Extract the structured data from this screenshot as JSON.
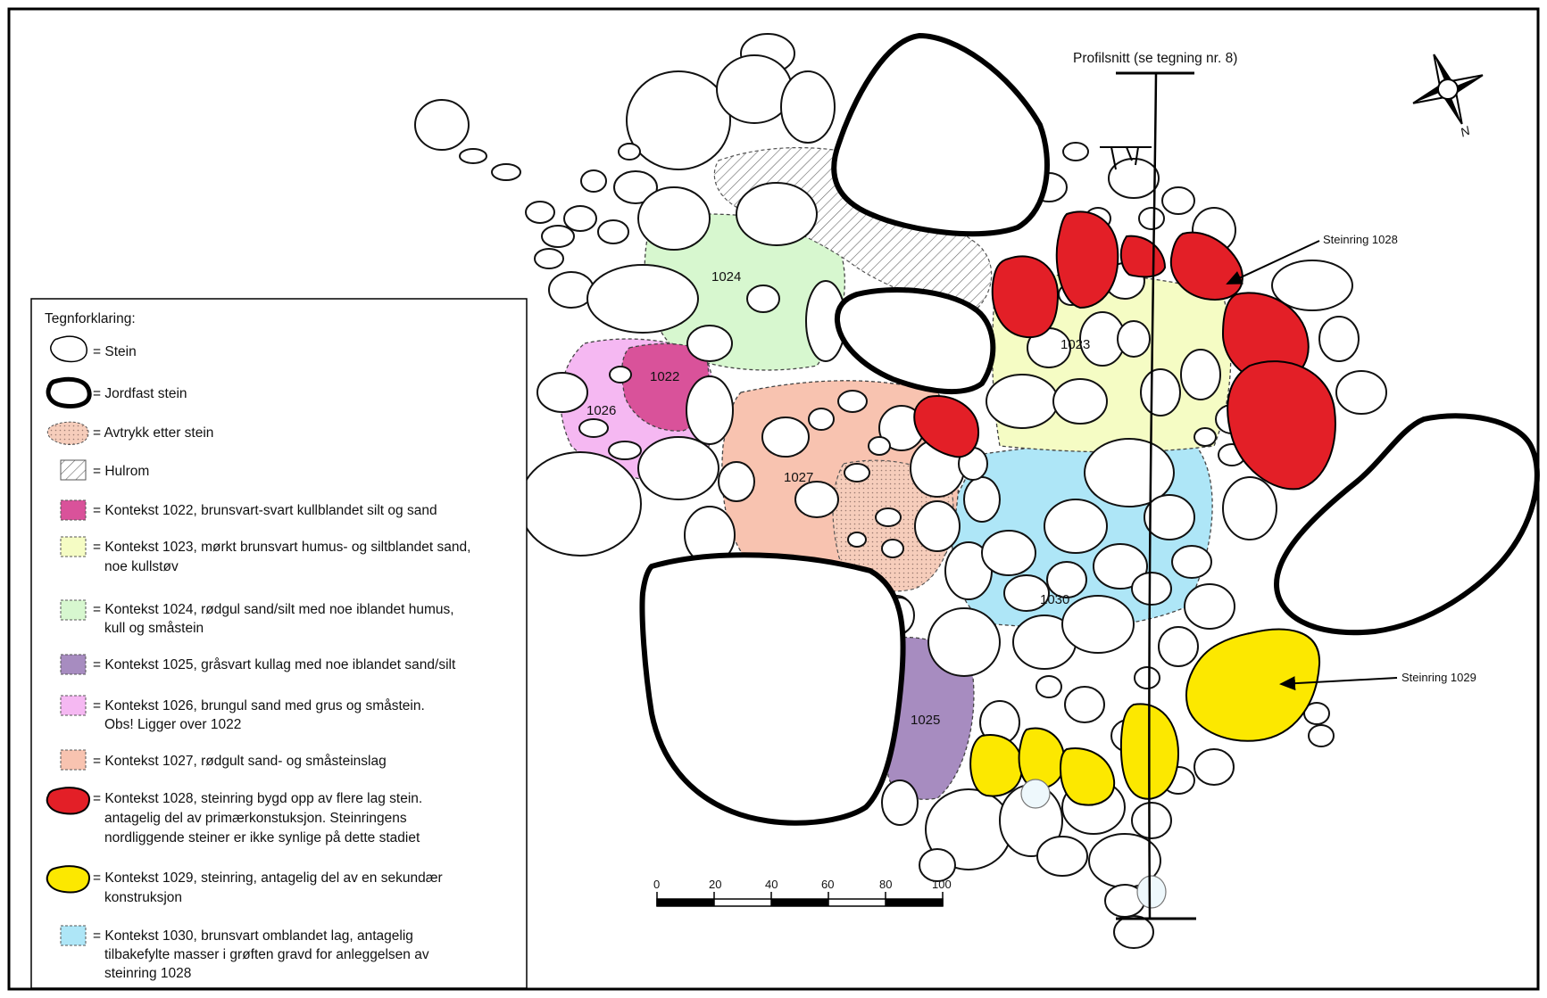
{
  "colors": {
    "ctx1022": "#d9529a",
    "ctx1023": "#f5fcc4",
    "ctx1024": "#d7f7cf",
    "ctx1025": "#a78cc0",
    "ctx1026": "#f5b8f2",
    "ctx1027": "#f8c3b0",
    "ctx1028": "#e31f27",
    "ctx1029": "#fce800",
    "ctx1030": "#aee6f7",
    "avtrykk": "#f3d0c0"
  },
  "legend": {
    "title": "Tegnforklaring:",
    "items": [
      {
        "symbol": "stone",
        "text": [
          "= Stein"
        ]
      },
      {
        "symbol": "fixed-stone",
        "text": [
          "= Jordfast stein"
        ]
      },
      {
        "symbol": "impression",
        "text": [
          "= Avtrykk etter stein"
        ]
      },
      {
        "symbol": "cavity",
        "text": [
          "= Hulrom"
        ]
      },
      {
        "symbol": "ctx1022",
        "text": [
          "= Kontekst 1022, brunsvart-svart  kullblandet silt og sand"
        ]
      },
      {
        "symbol": "ctx1023",
        "text": [
          "= Kontekst 1023, mørkt brunsvart humus- og siltblandet sand,",
          "noe kullstøv"
        ]
      },
      {
        "symbol": "ctx1024",
        "text": [
          "= Kontekst 1024, rødgul sand/silt med noe iblandet humus,",
          "kull og småstein"
        ]
      },
      {
        "symbol": "ctx1025",
        "text": [
          "= Kontekst 1025,  gråsvart kullag med noe iblandet sand/silt"
        ]
      },
      {
        "symbol": "ctx1026",
        "text": [
          "= Kontekst 1026,  brungul sand med grus og småstein.",
          "Obs! Ligger over 1022"
        ]
      },
      {
        "symbol": "ctx1027",
        "text": [
          "= Kontekst 1027,  rødgult sand- og småsteinslag"
        ]
      },
      {
        "symbol": "ctx1028",
        "text": [
          "= Kontekst 1028,  steinring bygd opp av flere lag stein.",
          "antagelig del av primærkonstuksjon. Steinringens",
          "nordliggende steiner er ikke synlige på dette stadiet"
        ]
      },
      {
        "symbol": "ctx1029",
        "text": [
          "= Kontekst 1029, steinring, antagelig del av en sekundær",
          "konstruksjon"
        ]
      },
      {
        "symbol": "ctx1030",
        "text": [
          "= Kontekst 1030,  brunsvart omblandet lag, antagelig",
          "tilbakefylte masser i grøften gravd for anleggelsen av",
          "steinring 1028"
        ]
      }
    ]
  },
  "map": {
    "profile_label": "Profilsnitt (se tegning nr. 8)",
    "north": "N",
    "annotations": {
      "ring1028": "Steinring 1028",
      "ring1029": "Steinring 1029"
    },
    "context_labels": {
      "c1022": "1022",
      "c1023": "1023",
      "c1024": "1024",
      "c1025": "1025",
      "c1026": "1026",
      "c1027": "1027",
      "c1030": "1030"
    },
    "scale": {
      "ticks": [
        "0",
        "20",
        "40",
        "60",
        "80",
        "100"
      ]
    }
  }
}
